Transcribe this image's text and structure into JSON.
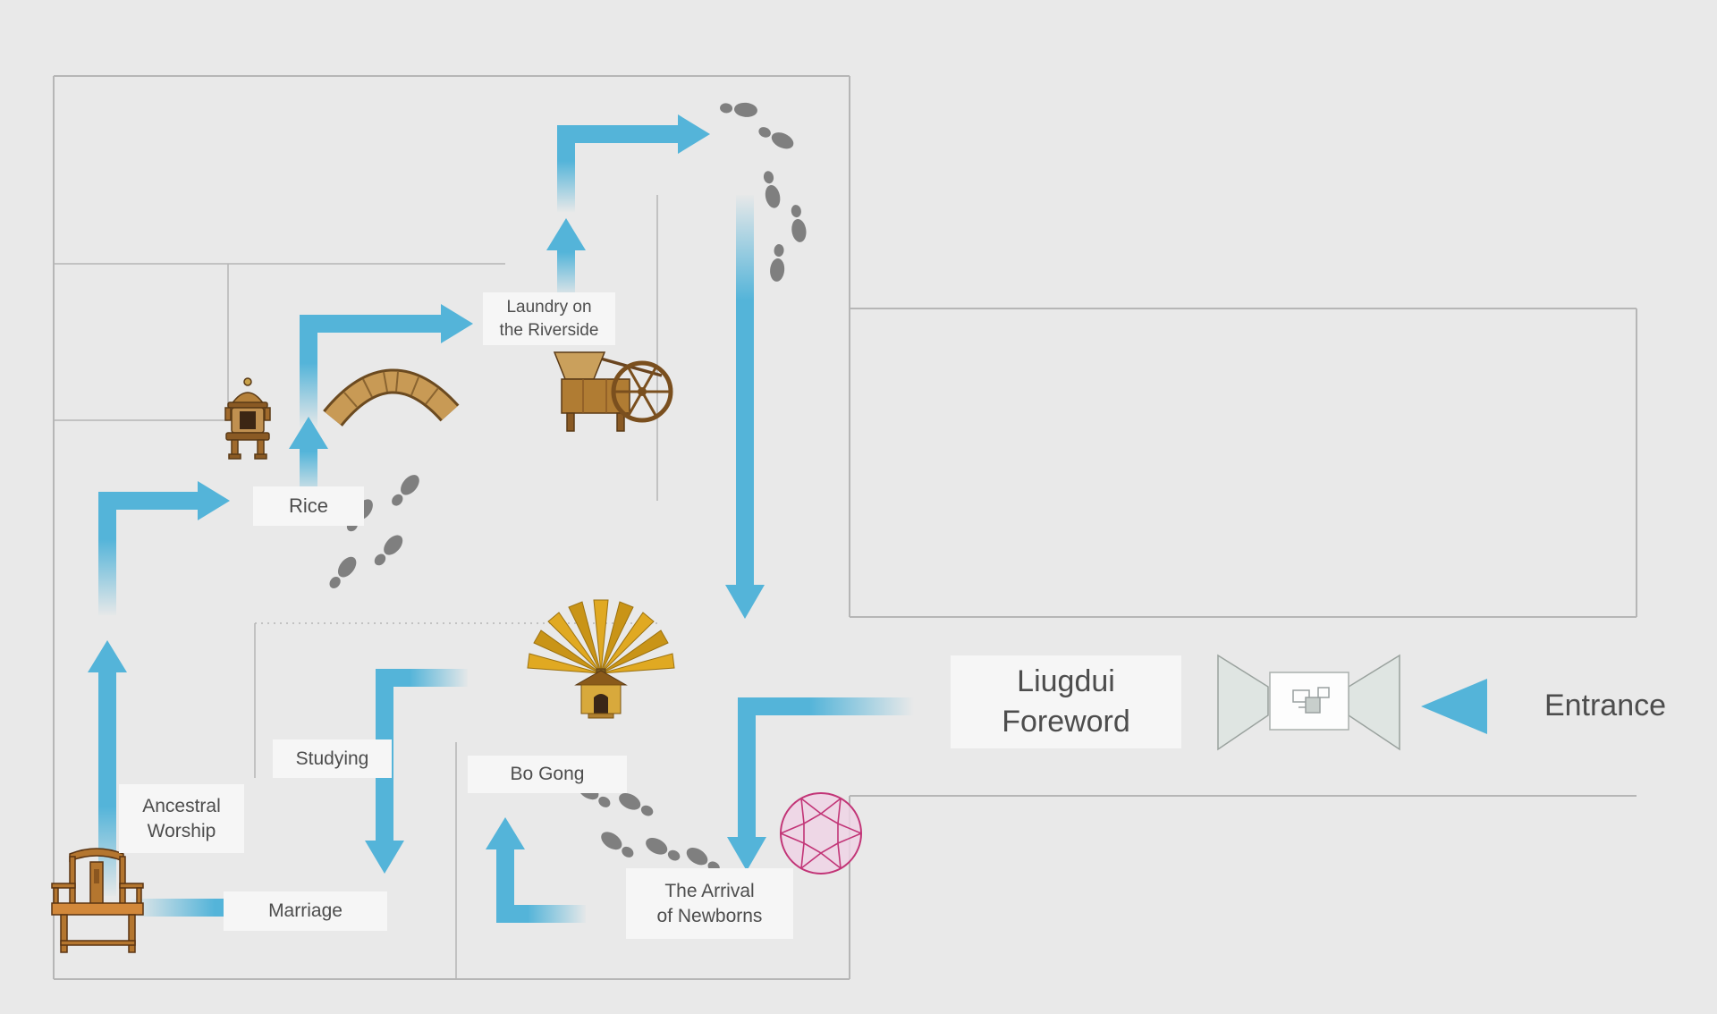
{
  "page": {
    "background": "#e9e9e9",
    "type": "exhibition-floor-plan"
  },
  "colors": {
    "route_arrow": "#54b4d9",
    "wall_line": "#b6b6b6",
    "label_bg": "#f6f6f6",
    "label_text": "#4d4d4d",
    "footprint": "#707070",
    "dome_pink": "#c23577",
    "wood_brown": "#b07c33",
    "tree_gold": "#e0a922",
    "gate_panel": "#dfe5e2"
  },
  "labels": {
    "laundry_line1": "Laundry on",
    "laundry_line2": "the Riverside",
    "rice": "Rice",
    "liugdui_line1": "Liugdui",
    "liugdui_line2": "Foreword",
    "entrance": "Entrance",
    "studying": "Studying",
    "bo_gong": "Bo Gong",
    "ancestral_line1": "Ancestral",
    "ancestral_line2": "Worship",
    "marriage": "Marriage",
    "arrival_line1": "The Arrival",
    "arrival_line2": "of Newborns"
  },
  "icons": {
    "incense_burner": "incense-burner-icon",
    "arch_bridge": "arch-bridge-icon",
    "rice_mill": "rice-mill-icon",
    "bo_gong_tree": "bo-gong-tree-shrine-icon",
    "wooden_chair": "wooden-armchair-icon",
    "geodesic_dome": "geodesic-dome-icon",
    "entrance_gate": "entrance-gate-icon",
    "footprints": "footprints-icon",
    "route_arrow": "route-arrow-icon"
  }
}
